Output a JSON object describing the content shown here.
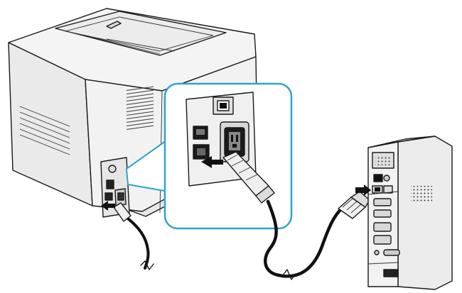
{
  "illustration": {
    "theme": {
      "outline": "#1a1a1a",
      "body_fill": "#f2f2f2",
      "side_fill": "#e2e2e2",
      "shadow_fill": "#cfcfcf",
      "callout_border": "#2fa5c9",
      "callout_fill": "#ffffff",
      "arrow_fill": "#111111"
    },
    "parts": {
      "printer": "laser-printer-rear",
      "callout": "usb-port-zoom",
      "cable": "usb-cable",
      "computer": "desktop-tower-rear"
    },
    "arrows": 3
  }
}
